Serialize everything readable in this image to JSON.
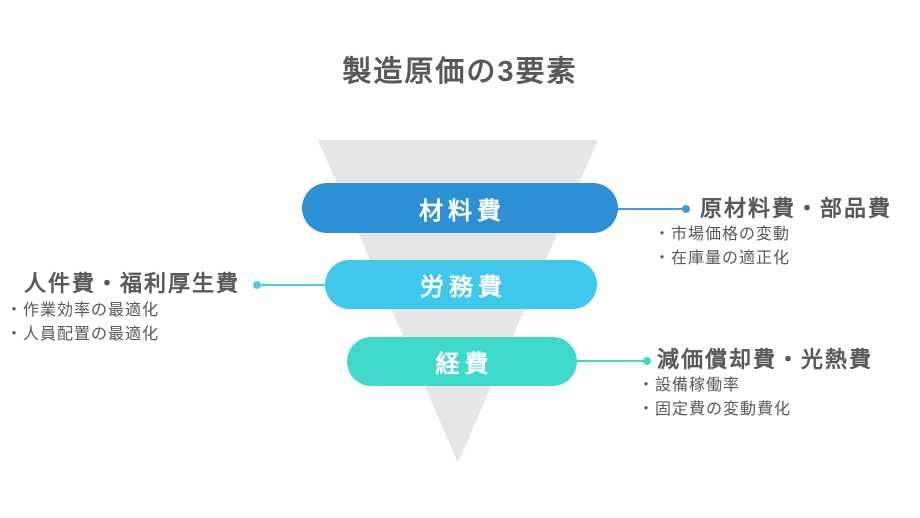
{
  "title": "製造原価の3要素",
  "colors": {
    "text": "#595959",
    "triangle": "#e6e6e6",
    "material_pill": "#2e90d4",
    "labor_pill": "#3ec8ec",
    "expense_pill": "#3ed9cb",
    "material_line": "#419be0",
    "labor_line": "#49cbee",
    "expense_line": "#3ed9cb"
  },
  "funnel": {
    "levels": [
      {
        "label": "材料費",
        "color": "#2e90d4",
        "callout": {
          "side": "right",
          "heading": "原材料費・部品費",
          "bullets": [
            "・市場価格の変動",
            "・在庫量の適正化"
          ],
          "line_color": "#419be0"
        }
      },
      {
        "label": "労務費",
        "color": "#3ec8ec",
        "callout": {
          "side": "left",
          "heading": "人件費・福利厚生費",
          "bullets": [
            "・作業効率の最適化",
            "・人員配置の最適化"
          ],
          "line_color": "#49cbee"
        }
      },
      {
        "label": "経費",
        "color": "#3ed9cb",
        "callout": {
          "side": "right",
          "heading": "減価償却費・光熱費",
          "bullets": [
            "・設備稼働率",
            "・固定費の変動費化"
          ],
          "line_color": "#3ed9cb"
        }
      }
    ]
  }
}
